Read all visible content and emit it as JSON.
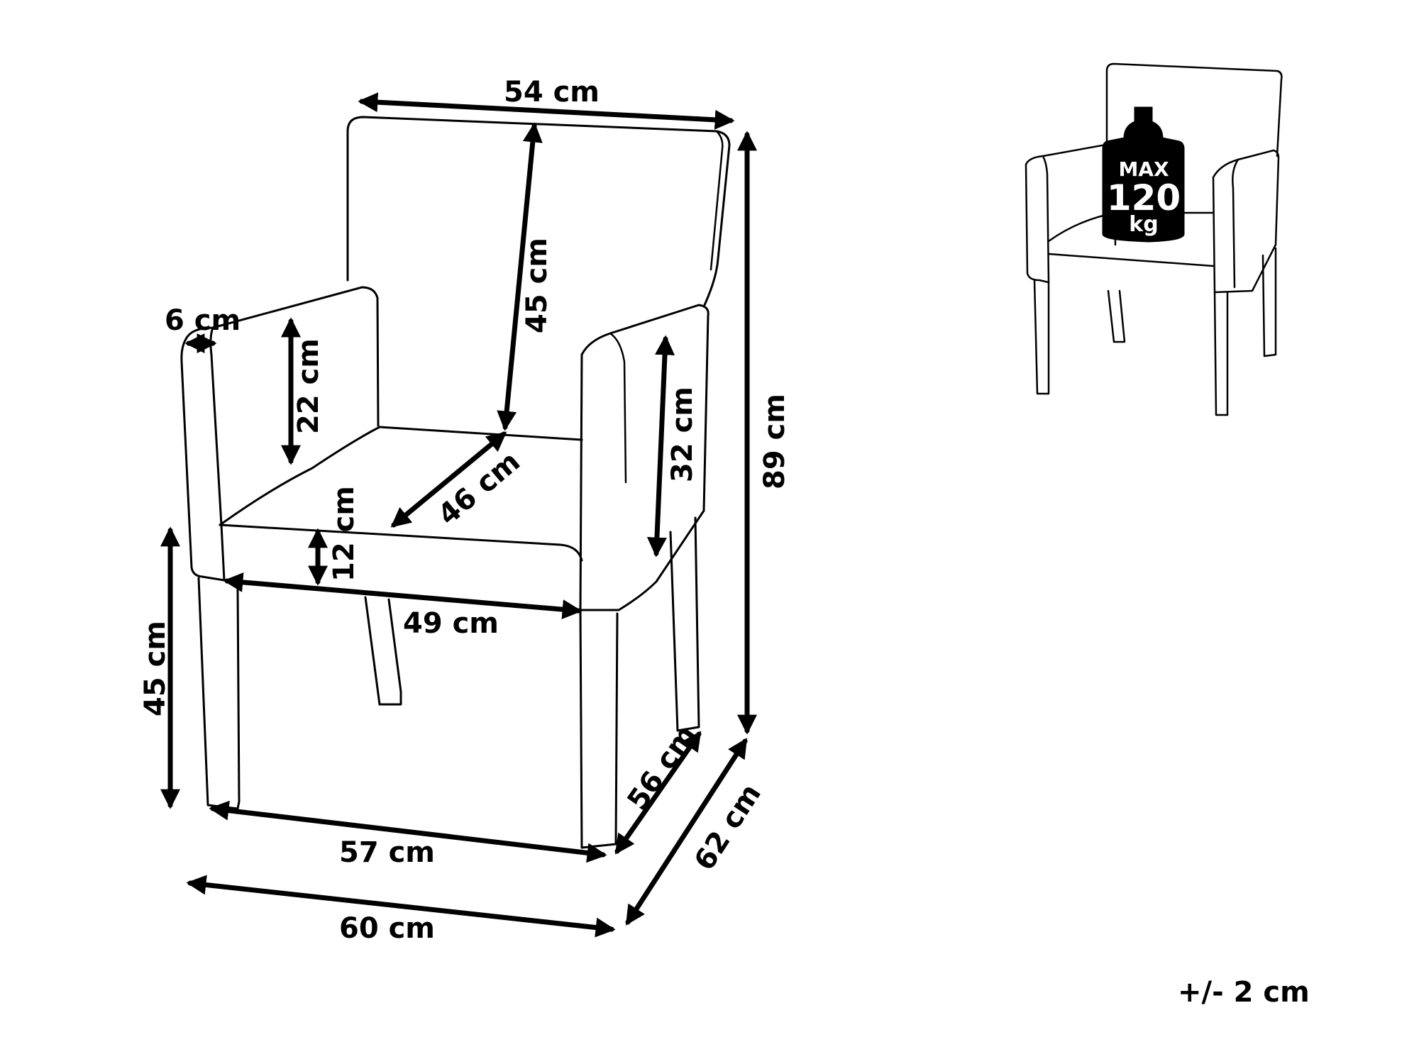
{
  "dimensions": {
    "width_top": "54 cm",
    "backrest_height": "45 cm",
    "armrest_width": "6 cm",
    "armrest_height_left": "22 cm",
    "armrest_height_right": "32 cm",
    "seat_depth": "46 cm",
    "seat_thickness": "12 cm",
    "seat_width": "49 cm",
    "seat_height": "45 cm",
    "total_height": "89 cm",
    "legs_depth": "56 cm",
    "total_depth": "62 cm",
    "legs_width": "57 cm",
    "total_width": "60 cm"
  },
  "load_badge": {
    "line1": "MAX",
    "line2": "120",
    "line3": "kg"
  },
  "tolerance": "+/- 2 cm",
  "colors": {
    "stroke": "#000000",
    "background": "#ffffff",
    "badge_fill": "#000000",
    "badge_text": "#ffffff"
  }
}
